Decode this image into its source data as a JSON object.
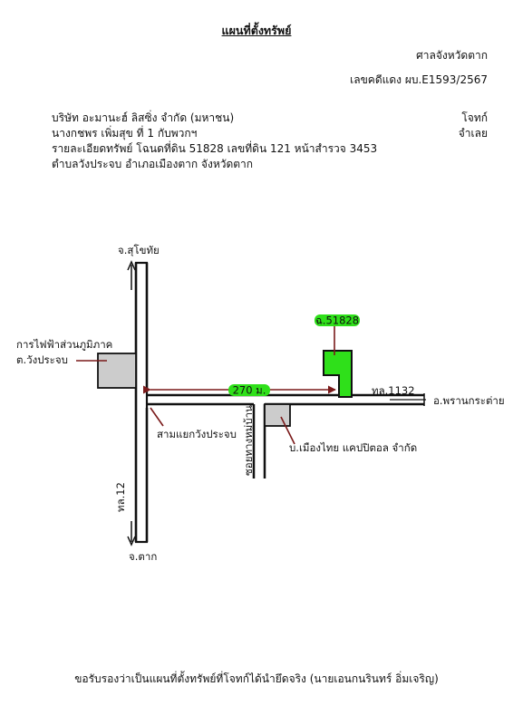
{
  "header": {
    "title": "แผนที่ตั้งทรัพย์",
    "court": "ศาลจังหวัดตาก",
    "case_number": "เลขคดีแดง ผบ.E1593/2567"
  },
  "parties": {
    "plaintiff": "บริษัท อะมานะฮ์ ลิสซิ่ง จำกัด (มหาชน)",
    "plaintiff_role": "โจทก์",
    "defendant": "นางกชพร เพิ่มสุข ที่ 1 กับพวกฯ",
    "defendant_role": "จำเลย",
    "property_detail": "รายละเอียดทรัพย์ โฉนดที่ดิน 51828 เลขที่ดิน 121 หน้าสำรวจ 3453",
    "location": "ตำบลวังประจบ อำเภอเมืองตาก จังหวัดตาก"
  },
  "map": {
    "north_label": "จ.สุโขทัย",
    "south_label": "จ.ตาก",
    "highway12": "ทล.12",
    "electricity_office": "การไฟฟ้าส่วนภูมิภาค",
    "electricity_office_2": "ต.วังประจบ",
    "junction": "สามแยกวังประจบ",
    "village_road": "ซอยทางหมู่บ้าน",
    "company": "บ.เมืองไทย แคปปิตอล จำกัด",
    "parcel_label": "ฉ.51828",
    "distance": "270 ม.",
    "highway1132": "ทล.1132",
    "east_label": "อ.พรานกระต่าย",
    "colors": {
      "parcel": "#2fe01a",
      "marker": "#7a1a1a",
      "building": "#cccccc"
    }
  },
  "footer": {
    "certification": "ขอรับรองว่าเป็นแผนที่ตั้งทรัพย์ที่โจทก์ได้นำยึดจริง (นายเอนกนรินทร์ อิ่มเจริญ)"
  }
}
